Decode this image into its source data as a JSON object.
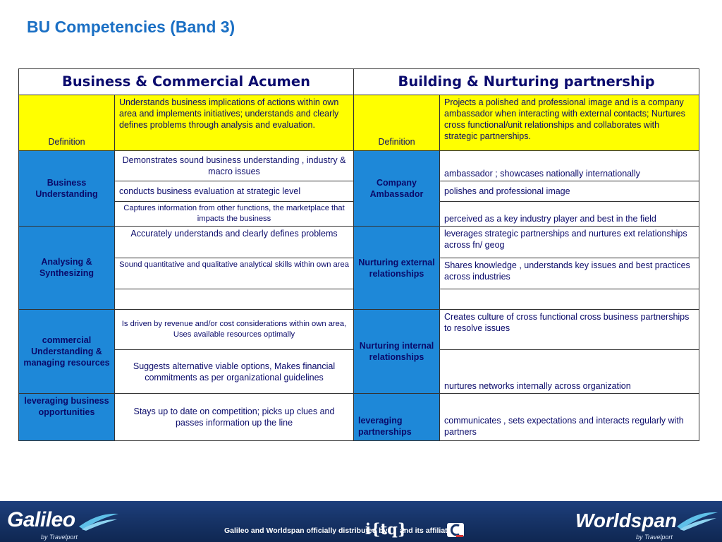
{
  "title": "BU Competencies (Band 3)",
  "headers": {
    "left": "Business & Commercial Acumen",
    "right": "Building & Nurturing partnership"
  },
  "definition": {
    "left_label": "Definition",
    "left_text": "Understands business implications of actions within own area and implements initiatives; understands and clearly defines problems through analysis and evaluation.",
    "right_label": "Definition",
    "right_text": "Projects a polished and professional image and is a company ambassador when interacting with external contacts; Nurtures cross functional/unit relationships and collaborates with strategic partnerships."
  },
  "groups": {
    "g1": {
      "left_cat": "Business Understanding",
      "right_cat": "Company Ambassador",
      "rows": [
        {
          "left": "Demonstrates sound business understanding , industry & macro issues",
          "right": "ambassador ; showcases nationally internationally"
        },
        {
          "left": "conducts business evaluation at strategic level",
          "right": "polishes and professional image"
        },
        {
          "left": "Captures information from other functions, the marketplace that impacts the business",
          "right": "perceived as a key industry player and best in the field"
        }
      ]
    },
    "g2": {
      "left_cat": "Analysing & Synthesizing",
      "right_cat": "Nurturing external relationships",
      "rows": [
        {
          "left": "Accurately understands and clearly defines problems",
          "right": "leverages strategic partnerships and nurtures  ext relationships across fn/ geog"
        },
        {
          "left": "Sound quantitative and qualitative analytical skills within own area",
          "right": "Shares knowledge , understands key issues and best practices across industries"
        },
        {
          "left": "",
          "right": ""
        }
      ]
    },
    "g3": {
      "left_cat": "commercial Understanding & managing resources",
      "right_cat": "Nurturing internal relationships",
      "rows": [
        {
          "left": "Is driven by revenue and/or cost considerations within own area, Uses available resources optimally",
          "right": "Creates culture of cross functional cross business partnerships to resolve issues"
        },
        {
          "left": "Suggests alternative viable options, Makes financial commitments as per organizational guidelines",
          "right": "nurtures networks internally across organization"
        }
      ]
    },
    "g4": {
      "left_cat": "leveraging business opportunities",
      "right_cat": "leveraging partnerships",
      "rows": [
        {
          "left": "Stays up to date on competition; picks up clues and passes information up the line",
          "right": "communicates , sets expectations and interacts regularly with partners"
        }
      ]
    }
  },
  "footer": {
    "left_brand": "Galileo",
    "left_sub": "by Travelport",
    "distrib_prefix": "Galileo and Worldspan officially distributed by",
    "itq_mark": "i{tq}",
    "affiliate_text": "and its affiliate",
    "right_brand": "Worldspan",
    "right_sub": "by Travelport"
  },
  "colors": {
    "title": "#1a6fc4",
    "category_fill": "#1e88d8",
    "definition_fill": "#ffff00",
    "footer_bg": "#173468"
  }
}
